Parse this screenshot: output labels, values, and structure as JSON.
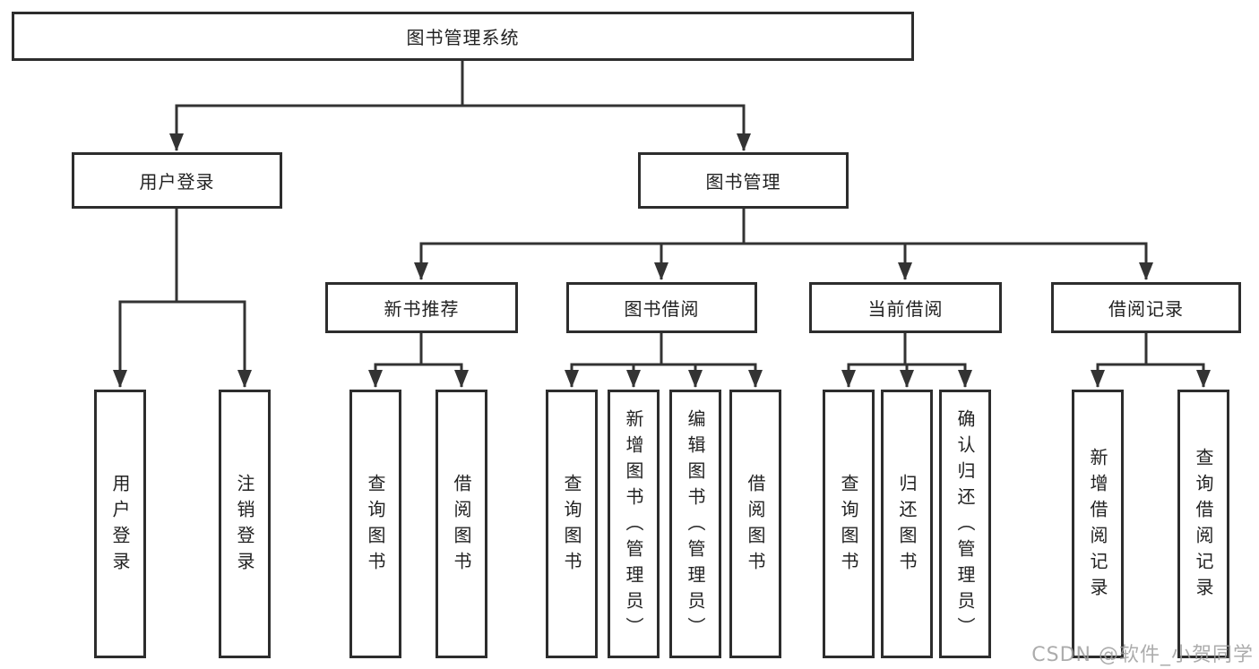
{
  "colors": {
    "line": "#333333",
    "box_border": "#2d2d2d",
    "text": "#222222",
    "watermark": "#9e9e9e",
    "background": "#ffffff"
  },
  "tree": {
    "root": {
      "label": "图书管理系统"
    },
    "user_login": {
      "label": "用户登录",
      "children": {
        "login": {
          "label": "用户登录"
        },
        "logout": {
          "label": "注销登录"
        }
      }
    },
    "book_mgmt": {
      "label": "图书管理",
      "children": {
        "new_books": {
          "label": "新书推荐",
          "children": {
            "query": {
              "label": "查询图书"
            },
            "borrow": {
              "label": "借阅图书"
            }
          }
        },
        "book_borrow": {
          "label": "图书借阅",
          "children": {
            "query": {
              "label": "查询图书"
            },
            "add": {
              "label": "新增图书（管理员）"
            },
            "edit": {
              "label": "编辑图书（管理员）"
            },
            "borrow": {
              "label": "借阅图书"
            }
          }
        },
        "current_borrow": {
          "label": "当前借阅",
          "children": {
            "query": {
              "label": "查询图书"
            },
            "return": {
              "label": "归还图书"
            },
            "confirm": {
              "label": "确认归还（管理员）"
            }
          }
        },
        "borrow_records": {
          "label": "借阅记录",
          "children": {
            "add": {
              "label": "新增借阅记录"
            },
            "query": {
              "label": "查询借阅记录"
            }
          }
        }
      }
    }
  },
  "watermark": {
    "text": "CSDN @软件_小贺同学"
  }
}
